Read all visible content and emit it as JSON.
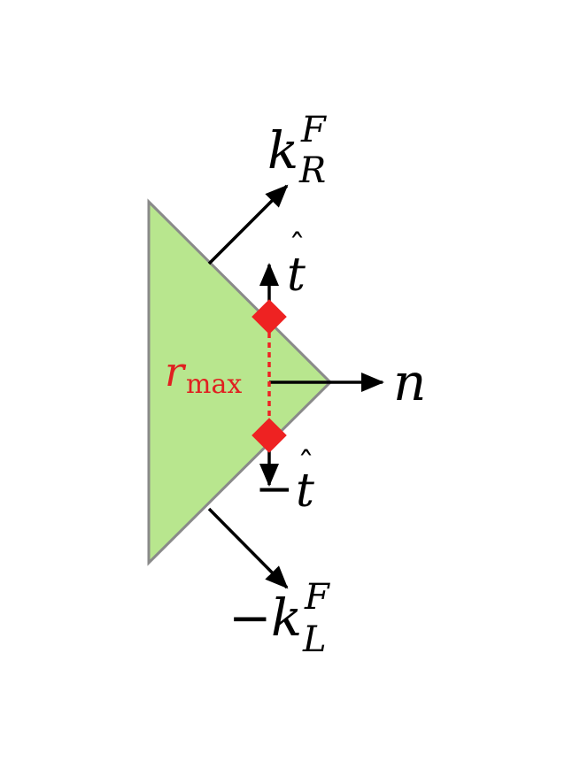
{
  "labels": {
    "kr": {
      "base": "k",
      "sup": "F",
      "sub": "R"
    },
    "t_plus": {
      "hat": "ˆ",
      "base": "t"
    },
    "n": {
      "base": "n"
    },
    "t_minus": {
      "sign": "−",
      "hat": "ˆ",
      "base": "t"
    },
    "kl": {
      "sign": "−",
      "base": "k",
      "sup": "F",
      "sub": "L"
    },
    "rmax": {
      "base": "r",
      "sub": "max"
    }
  },
  "colors": {
    "region_fill": "#b8e68e",
    "region_stroke": "#8a8a8a",
    "arrow": "#000000",
    "marker": "#ee2222",
    "rmax_text": "#e02020"
  }
}
